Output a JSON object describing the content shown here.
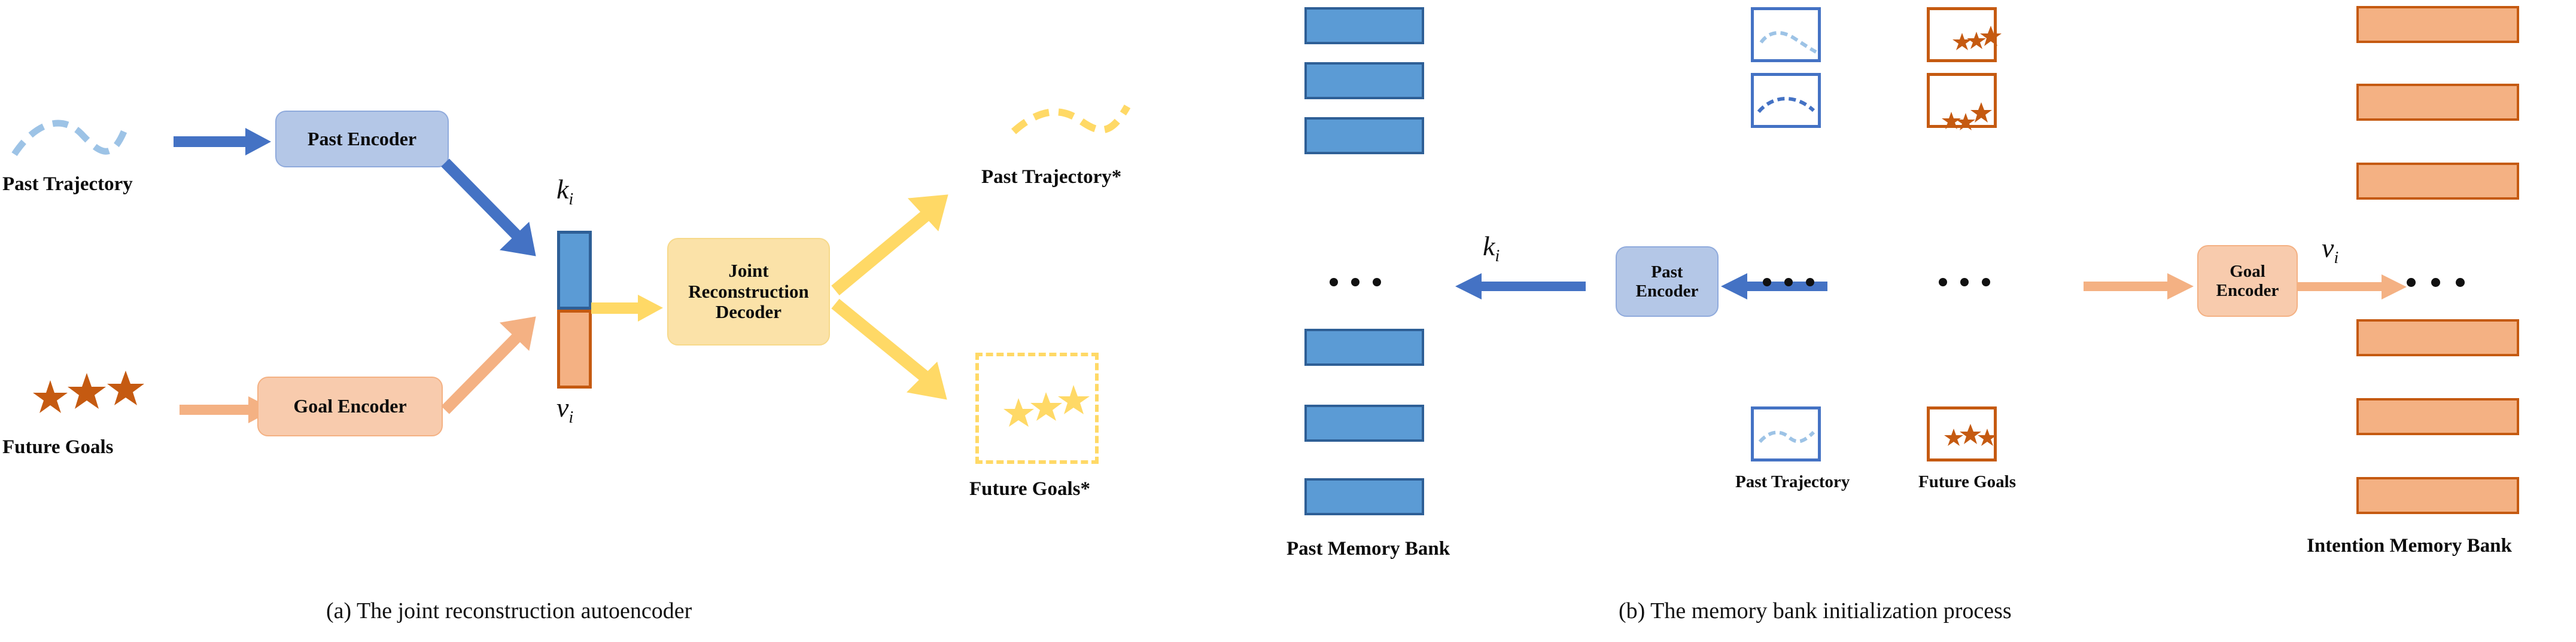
{
  "figure": {
    "panels": [
      {
        "id": "a",
        "caption": "(a) The joint reconstruction autoencoder"
      },
      {
        "id": "b",
        "caption": "(b) The memory bank initialization process"
      }
    ]
  },
  "colors": {
    "blue_arrow": "#4472c4",
    "blue_fill": "#5b9bd5",
    "blue_stroke": "#2e5f96",
    "blue_box_fill": "#b4c7e7",
    "blue_box_stroke": "#8faadc",
    "blue_dash": "#9dc3e6",
    "orange_arrow": "#f4b183",
    "orange_fill": "#f4b183",
    "orange_stroke": "#c55a11",
    "orange_box_fill": "#f8cbad",
    "orange_star": "#c55a11",
    "yellow_arrow": "#ffd966",
    "yellow_box_fill": "#fbe2a8",
    "yellow_star": "#ffd966",
    "text": "#0d0d0d"
  },
  "panel_a": {
    "inputs": [
      {
        "name": "past-trajectory",
        "label": "Past Trajectory",
        "glyph": "dashed-wave-icon"
      },
      {
        "name": "future-goals",
        "label": "Future Goals",
        "glyph": "three-stars-icon"
      }
    ],
    "encoders": [
      {
        "name": "past-encoder",
        "label": "Past Encoder"
      },
      {
        "name": "goal-encoder",
        "label": "Goal Encoder"
      }
    ],
    "latent": {
      "key_label": "k",
      "key_sub": "i",
      "value_label": "v",
      "value_sub": "i"
    },
    "decoder": {
      "label": "Joint Reconstruction Decoder",
      "lines": [
        "Joint",
        "Reconstruction",
        "Decoder"
      ]
    },
    "outputs": [
      {
        "name": "past-trajectory-reconstructed",
        "label": "Past Trajectory*",
        "glyph": "dashed-wave-icon"
      },
      {
        "name": "future-goals-reconstructed",
        "label": "Future Goals*",
        "glyph": "three-stars-icon"
      }
    ]
  },
  "panel_b": {
    "past_memory_bank": {
      "label": "Past Memory Bank",
      "slot_count": 6,
      "ellipsis": "• • •",
      "ellipsis_after_slot": 3
    },
    "intention_memory_bank": {
      "label": "Intention Memory Bank",
      "slot_count": 6,
      "ellipsis": "• • •",
      "ellipsis_after_slot": 3
    },
    "columns": [
      {
        "name": "past-trajectory-column",
        "label": "Past Trajectory",
        "thumb_count": 3,
        "ellipsis": "• • •",
        "glyph": "dashed-wave-icon"
      },
      {
        "name": "future-goals-column",
        "label": "Future Goals",
        "thumb_count": 3,
        "ellipsis": "• • •",
        "glyph": "three-stars-icon"
      }
    ],
    "encoders": [
      {
        "name": "past-encoder",
        "label": "Past Encoder",
        "lines": [
          "Past",
          "Encoder"
        ]
      },
      {
        "name": "goal-encoder",
        "label": "Goal Encoder",
        "lines": [
          "Goal",
          "Encoder"
        ]
      }
    ],
    "latent": {
      "key_label": "k",
      "key_sub": "i",
      "value_label": "v",
      "value_sub": "i"
    }
  }
}
